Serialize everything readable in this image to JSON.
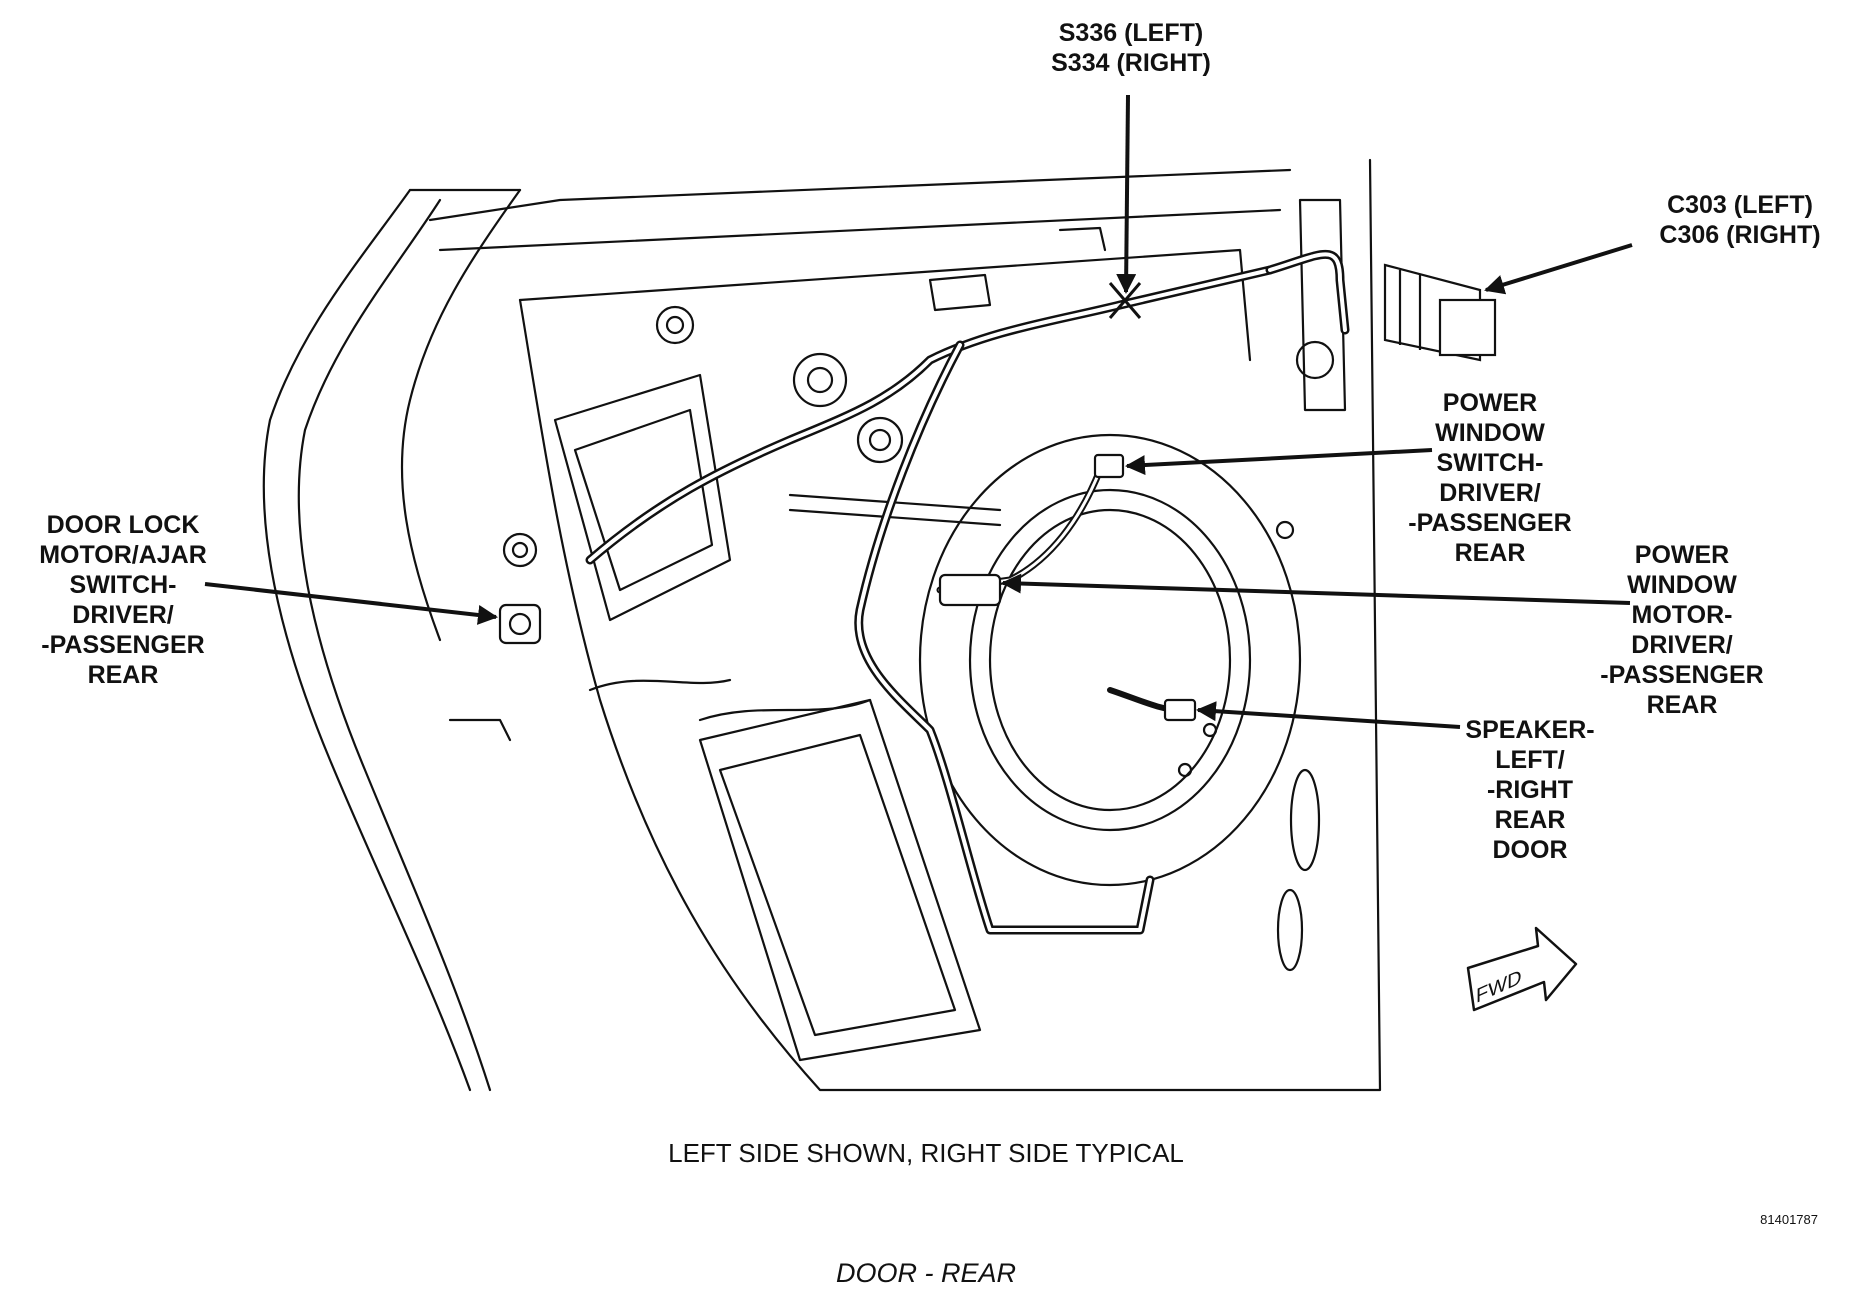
{
  "callouts": {
    "splice": {
      "lines": [
        "S336 (LEFT)",
        "S334 (RIGHT)"
      ]
    },
    "connector": {
      "lines": [
        "C303 (LEFT)",
        "C306 (RIGHT)"
      ]
    },
    "door_lock": {
      "lines": [
        "DOOR LOCK",
        "MOTOR/AJAR",
        "SWITCH-",
        "DRIVER/",
        "-PASSENGER",
        "REAR"
      ]
    },
    "window_switch": {
      "lines": [
        "POWER",
        "WINDOW",
        "SWITCH-",
        "DRIVER/",
        "-PASSENGER",
        "REAR"
      ]
    },
    "window_motor": {
      "lines": [
        "POWER",
        "WINDOW",
        "MOTOR-",
        "DRIVER/",
        "-PASSENGER",
        "REAR"
      ]
    },
    "speaker": {
      "lines": [
        "SPEAKER-",
        "LEFT/",
        "-RIGHT",
        "REAR",
        "DOOR"
      ]
    }
  },
  "fwd_label": "FWD",
  "caption": "LEFT SIDE SHOWN, RIGHT SIDE TYPICAL",
  "figure_number": "81401787",
  "title": "DOOR - REAR",
  "colors": {
    "ink": "#111111",
    "background": "#ffffff"
  }
}
